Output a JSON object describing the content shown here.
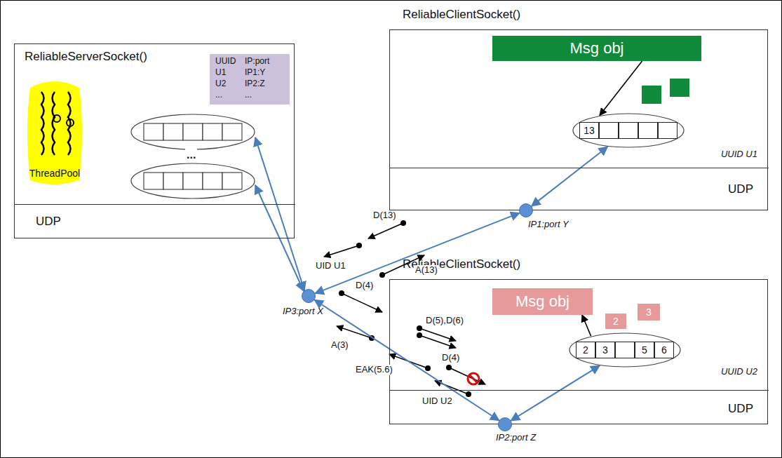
{
  "diagram": {
    "nodes": [
      {
        "text": [
          "ReliableServerSocket()"
        ]
      },
      {
        "text": [
          "UDP"
        ],
        "in": 0
      },
      {
        "text": [
          "ThreadPool"
        ],
        "in": 0
      },
      {
        "text": [
          "UUID",
          "IP:port",
          "U1",
          "IP1:Y",
          "U2",
          "IP2:Z",
          "...",
          "..."
        ],
        "in": 0
      },
      {
        "text": [
          "ReliableClientSocket()",
          "UUID U1"
        ]
      },
      {
        "text": [
          "UDP"
        ],
        "in": 4
      },
      {
        "text": [
          "Msg obj"
        ],
        "in": 4
      },
      {
        "text": [
          "13"
        ],
        "in": 4
      },
      {
        "text": [
          "ReliableClientSocket()",
          "UUID U2"
        ]
      },
      {
        "text": [
          "UDP"
        ],
        "in": 8
      },
      {
        "text": [
          "Msg obj"
        ],
        "in": 8
      },
      {
        "text": [
          "2",
          "3",
          "5",
          "6"
        ],
        "in": 8
      },
      {
        "text": [
          "2"
        ],
        "in": 8
      },
      {
        "text": [
          "3"
        ],
        "in": 8
      },
      {
        "text": [
          "IP3:port X"
        ]
      },
      {
        "text": [
          "IP1:port Y"
        ]
      },
      {
        "text": [
          "IP2:port Z"
        ]
      }
    ],
    "edges": [
      {
        "from": 15,
        "to": 14,
        "arrow": "both"
      },
      {
        "from": 14,
        "to": 16,
        "arrow": "both"
      },
      {
        "from": 7,
        "to": 15,
        "arrow": "both"
      },
      {
        "from": 11,
        "to": 16,
        "arrow": "both"
      },
      {
        "from": 6,
        "to": 7,
        "arrow": "to"
      },
      {
        "from": 11,
        "to": 10,
        "arrow": "to"
      }
    ],
    "labels": [
      "D(13)",
      "UID U1",
      "A(13)",
      "D(4)",
      "D(5),D(6)",
      "A(3)",
      "EAK(5.6)",
      "D(4)",
      "UID U2",
      "..."
    ]
  }
}
